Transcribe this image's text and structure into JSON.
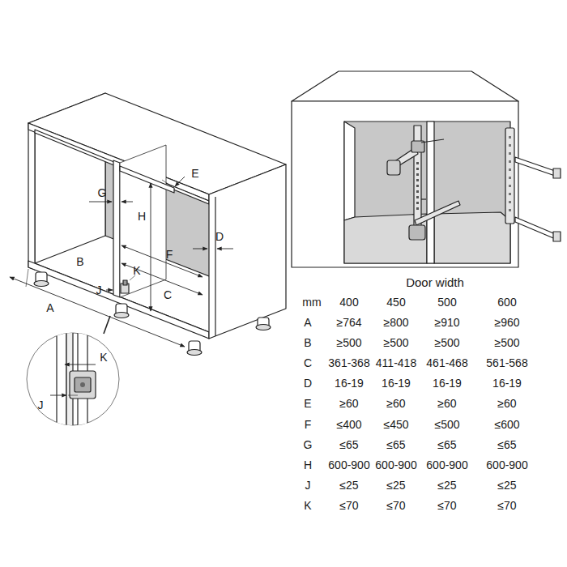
{
  "diagram": {
    "labels": [
      "E",
      "G",
      "H",
      "D",
      "B",
      "F",
      "K",
      "J",
      "C",
      "A",
      "K",
      "J",
      "Door width",
      "mm",
      "400",
      "450",
      "500",
      "600",
      "A",
      "≥764",
      "≥800",
      "≥910",
      "≥960",
      "B",
      "≥500",
      "≥500",
      "≥500",
      "≥500",
      "C",
      "361-368",
      "411-418",
      "461-468",
      "561-568",
      "D",
      "16-19",
      "16-19",
      "16-19",
      "16-19",
      "E",
      "≥60",
      "≥60",
      "≥60",
      "≥60",
      "F",
      "≤400",
      "≤450",
      "≤500",
      "≤600",
      "G",
      "≤65",
      "≤65",
      "≤65",
      "≤65",
      "H",
      "600-900",
      "600-900",
      "600-900",
      "600-900",
      "J",
      "≤25",
      "≤25",
      "≤25",
      "≤25",
      "K",
      "≤70",
      "≤70",
      "≤70",
      "≤70"
    ]
  }
}
